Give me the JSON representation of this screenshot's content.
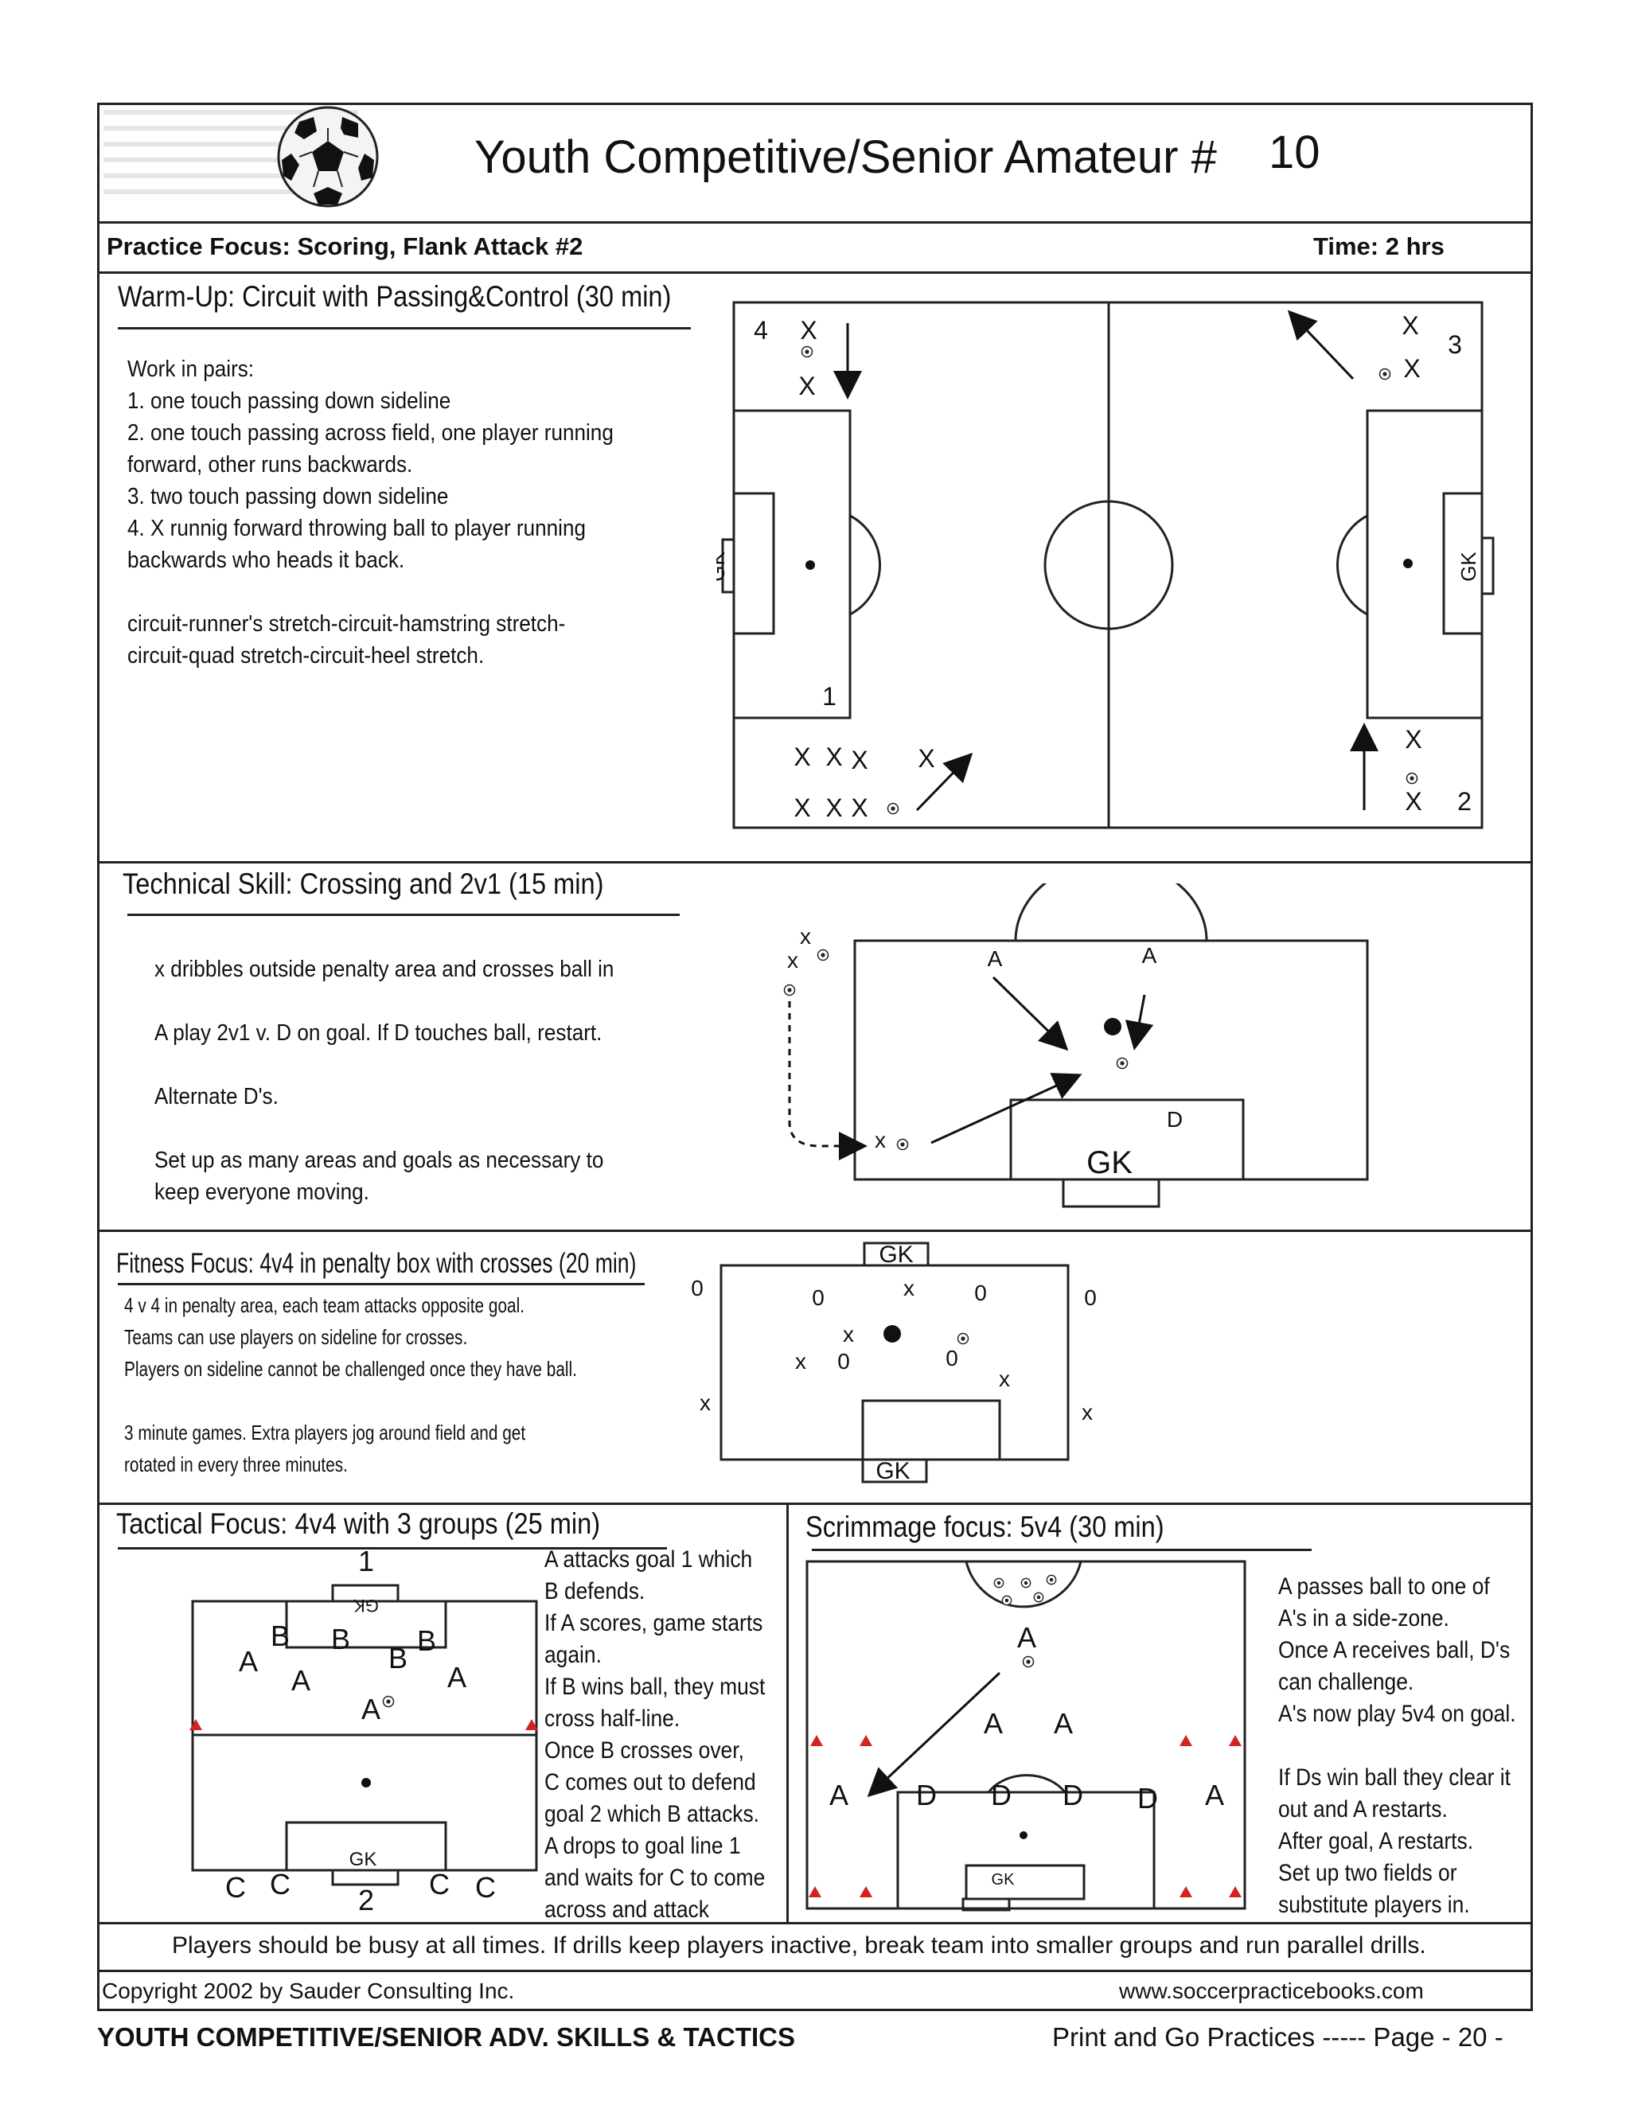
{
  "header": {
    "title": "Youth Competitive/Senior Amateur #",
    "number": "10",
    "practice_focus": "Practice Focus: Scoring, Flank Attack #2",
    "time": "Time: 2 hrs"
  },
  "warmup": {
    "heading": "Warm-Up: Circuit with Passing&Control (30 min)",
    "text": "Work in pairs:\n1. one touch passing down sideline\n2. one touch passing across field, one player running\n    forward, other runs backwards.\n3. two touch passing down sideline\n4. X runnig forward throwing ball to player running\n    backwards who heads it back.\n\ncircuit-runner's stretch-circuit-hamstring stretch-\ncircuit-quad stretch-circuit-heel stretch.",
    "diagram": {
      "station_1": "1",
      "station_2": "2",
      "station_3": "3",
      "station_4": "4",
      "player": "X",
      "goalkeeper": "GK"
    }
  },
  "technical": {
    "heading": "Technical Skill: Crossing and 2v1 (15 min)",
    "lines": [
      "x dribbles outside penalty area and crosses ball in",
      "A play 2v1 v. D on goal. If D touches ball, restart.",
      "Alternate D's.",
      "Set up as many areas and goals as necessary to\nkeep everyone moving."
    ],
    "diagram": {
      "crosser": "x",
      "attacker": "A",
      "defender": "D",
      "goalkeeper": "GK"
    }
  },
  "fitness": {
    "heading": "Fitness Focus: 4v4 in penalty box with crosses (20 min)",
    "text": "4 v 4 in penalty area, each team attacks opposite goal.\nTeams can use players on sideline for crosses.\nPlayers on sideline cannot be challenged once they have ball.\n\n3 minute games. Extra players jog around field and get\nrotated in every three minutes.",
    "diagram": {
      "team_x": "x",
      "team_o": "0",
      "goalkeeper": "GK"
    }
  },
  "tactical": {
    "heading": "Tactical Focus: 4v4 with 3 groups (25 min)",
    "text": "A attacks goal 1 which\nB defends.\nIf A scores, game starts\nagain.\nIf B wins ball, they must\ncross half-line.\nOnce B crosses over,\nC comes out to defend\ngoal 2 which B attacks.\nA drops to goal line 1\nand waits for C to come\nacross and attack",
    "diagram": {
      "goal_1": "1",
      "goal_2": "2",
      "team_a": "A",
      "team_b": "B",
      "team_c": "C",
      "goalkeeper": "GK"
    }
  },
  "scrimmage": {
    "heading": "Scrimmage focus: 5v4 (30 min)",
    "text": "A passes ball to one of\nA's in a side-zone.\nOnce A receives ball, D's\ncan challenge.\nA's now play 5v4 on goal.\n\nIf Ds win ball they clear it\nout and A restarts.\nAfter goal, A restarts.\nSet up two fields or\nsubstitute players in.",
    "diagram": {
      "attacker": "A",
      "defender": "D",
      "goalkeeper": "GK"
    }
  },
  "note": "Players should be busy at all times. If drills keep players inactive, break team into smaller groups and run parallel drills.",
  "footer": {
    "copyright": "Copyright  2002 by Sauder Consulting Inc.",
    "website": "www.soccerpracticebooks.com",
    "book_title": "YOUTH COMPETITIVE/SENIOR ADV. SKILLS & TACTICS",
    "page": "Print and Go Practices ----- Page - 20 -"
  }
}
